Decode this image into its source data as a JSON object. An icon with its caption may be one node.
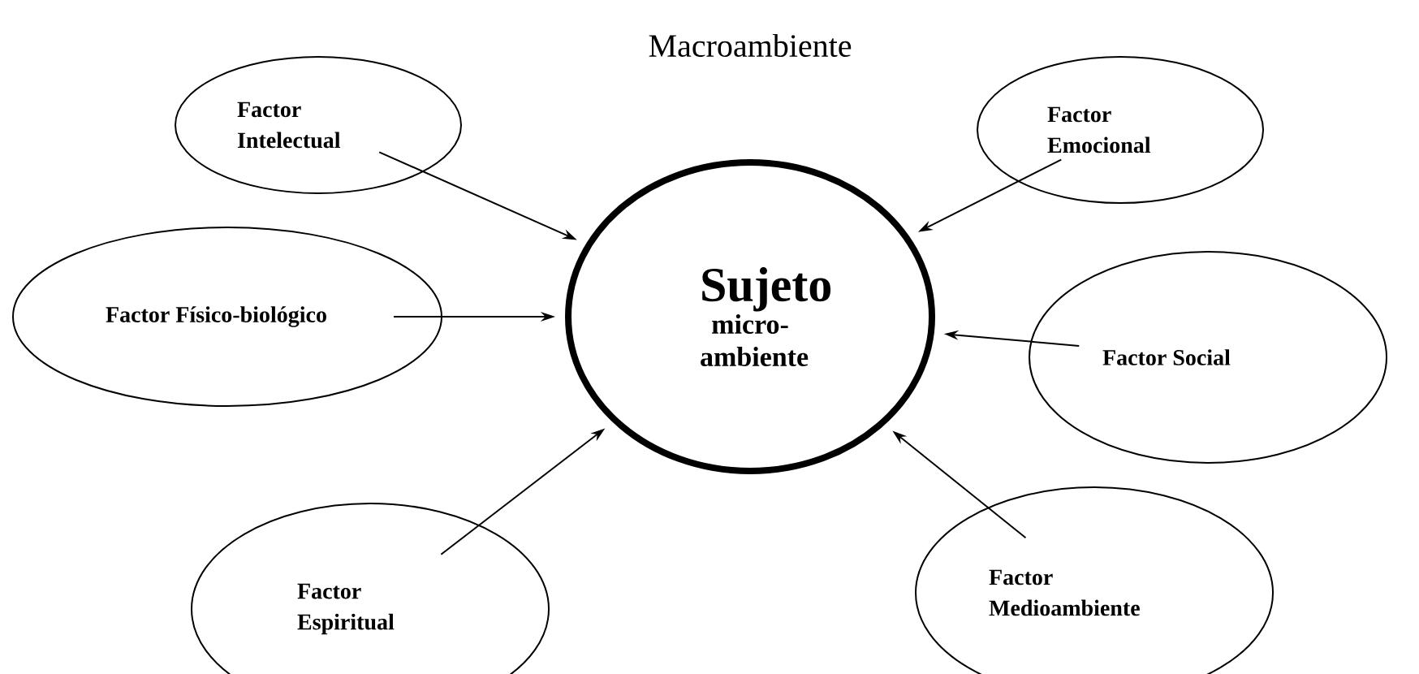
{
  "diagram": {
    "nodes": [
      {
        "text": [
          "Sujeto",
          "micro- ambiente"
        ]
      },
      {
        "text": [
          "Factor Intelectual"
        ]
      },
      {
        "text": [
          "Factor Emocional"
        ]
      },
      {
        "text": [
          "Factor Físico-biológico"
        ]
      },
      {
        "text": [
          "Factor Social"
        ]
      },
      {
        "text": [
          "Factor Espiritual"
        ]
      },
      {
        "text": [
          "Factor Medioambiente"
        ]
      }
    ],
    "edges": [
      {
        "from": 1,
        "to": 0,
        "arrow": "to"
      },
      {
        "from": 2,
        "to": 0,
        "arrow": "to"
      },
      {
        "from": 3,
        "to": 0,
        "arrow": "to"
      },
      {
        "from": 4,
        "to": 0,
        "arrow": "to"
      },
      {
        "from": 5,
        "to": 0,
        "arrow": "to"
      },
      {
        "from": 6,
        "to": 0,
        "arrow": "to"
      }
    ],
    "labels": [
      "Macroambiente"
    ]
  }
}
